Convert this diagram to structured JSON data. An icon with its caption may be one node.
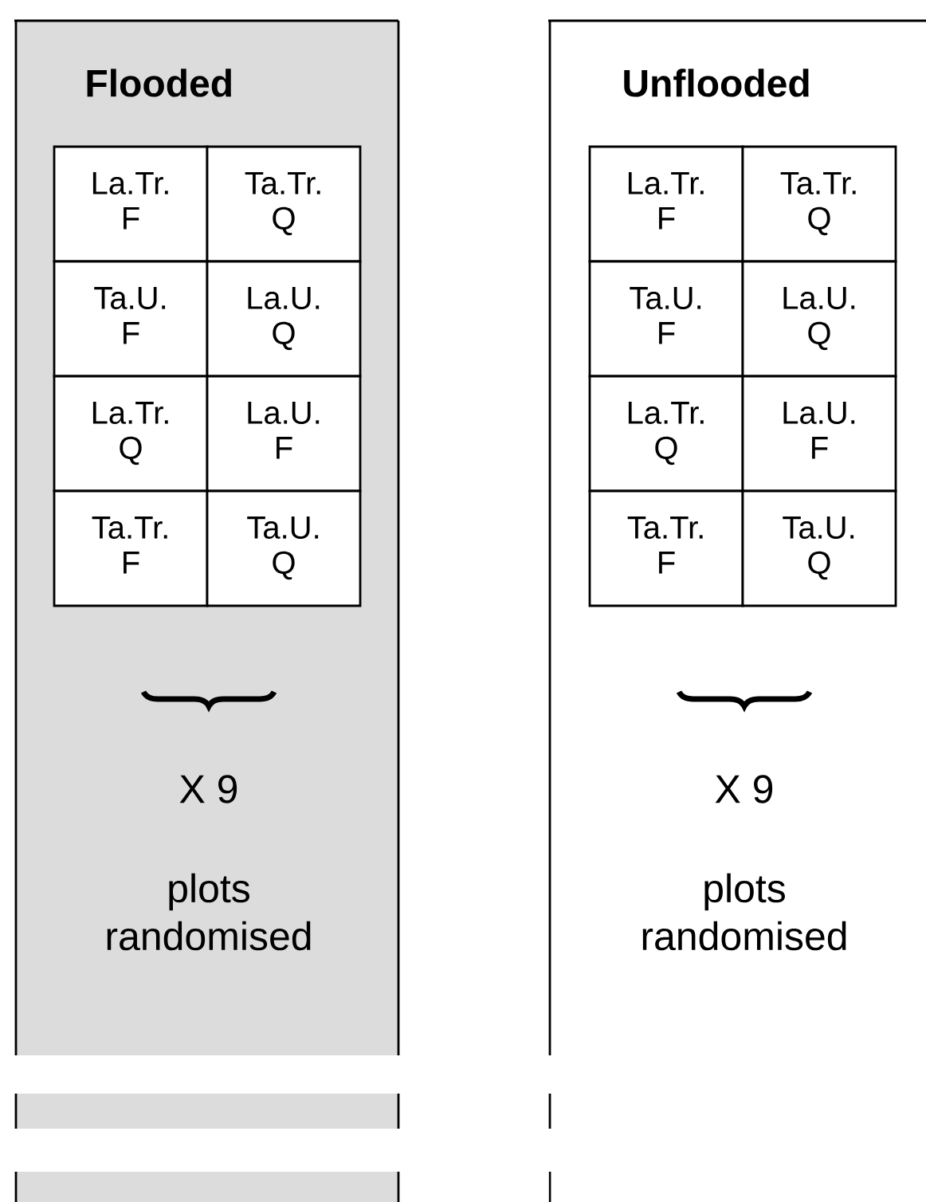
{
  "diagram": {
    "nodes": [
      {
        "text": [
          "Flooded",
          "X 9",
          "plots randomised"
        ]
      },
      {
        "text": [
          "La.Tr. F"
        ],
        "in": 0
      },
      {
        "text": [
          "Ta.Tr. Q"
        ],
        "in": 0
      },
      {
        "text": [
          "Ta.U. F"
        ],
        "in": 0
      },
      {
        "text": [
          "La.U. Q"
        ],
        "in": 0
      },
      {
        "text": [
          "La.Tr. Q"
        ],
        "in": 0
      },
      {
        "text": [
          "La.U. F"
        ],
        "in": 0
      },
      {
        "text": [
          "Ta.Tr. F"
        ],
        "in": 0
      },
      {
        "text": [
          "Ta.U. Q"
        ],
        "in": 0
      },
      {
        "text": [
          "Unflooded",
          "X 9",
          "plots randomised"
        ]
      },
      {
        "text": [
          "La.Tr. F"
        ],
        "in": 9
      },
      {
        "text": [
          "Ta.Tr. Q"
        ],
        "in": 9
      },
      {
        "text": [
          "Ta.U. F"
        ],
        "in": 9
      },
      {
        "text": [
          "La.U. Q"
        ],
        "in": 9
      },
      {
        "text": [
          "La.Tr. Q"
        ],
        "in": 9
      },
      {
        "text": [
          "La.U. F"
        ],
        "in": 9
      },
      {
        "text": [
          "Ta.Tr. F"
        ],
        "in": 9
      },
      {
        "text": [
          "Ta.U. Q"
        ],
        "in": 9
      }
    ]
  }
}
